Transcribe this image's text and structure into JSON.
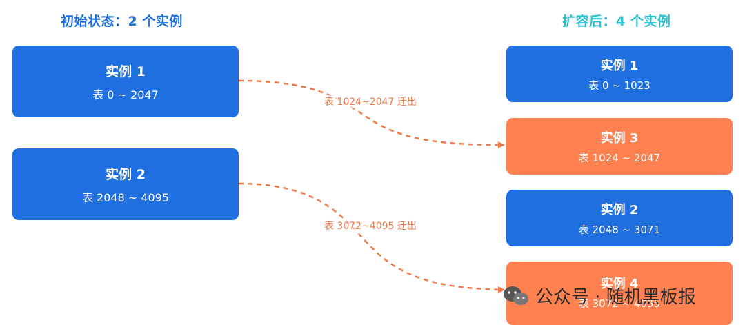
{
  "headings": {
    "left": "初始状态：2 个实例",
    "right": "扩容后：4 个实例"
  },
  "initial": [
    {
      "title": "实例 1",
      "range": "表 0 ~ 2047"
    },
    {
      "title": "实例 2",
      "range": "表 2048 ~ 4095"
    }
  ],
  "expanded": [
    {
      "title": "实例 1",
      "range": "表 0 ~ 1023"
    },
    {
      "title": "实例 3",
      "range": "表 1024 ~ 2047"
    },
    {
      "title": "实例 2",
      "range": "表 2048 ~ 3071"
    },
    {
      "title": "实例 4",
      "range": "表 3072 ~ 4095"
    }
  ],
  "migrations": [
    {
      "label": "表 1024~2047 迁出"
    },
    {
      "label": "表 3072~4095 迁出"
    }
  ],
  "colors": {
    "blue": "#1f6fe0",
    "orange": "#ff8150",
    "heading_right": "#2ec0cf",
    "arrow": "#f07a49"
  },
  "watermark": {
    "icon": "wechat-icon",
    "text": "公众号 · 随机黑板报"
  }
}
